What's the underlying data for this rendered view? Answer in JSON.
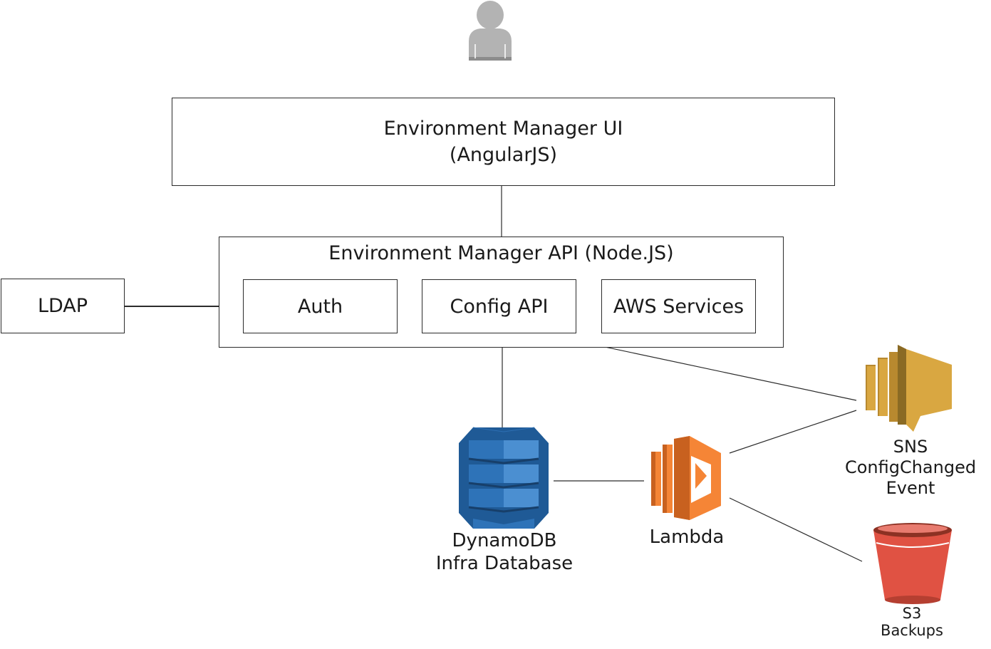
{
  "user": {
    "icon": "user-silhouette-icon"
  },
  "ui_box": {
    "title": "Environment Manager UI",
    "subtitle": "(AngularJS)"
  },
  "api_box": {
    "title": "Environment Manager API (Node.JS)",
    "modules": {
      "auth": "Auth",
      "config_api": "Config API",
      "aws_services": "AWS Services"
    }
  },
  "ldap": {
    "label": "LDAP"
  },
  "dynamodb": {
    "icon": "aws-dynamodb-icon",
    "name": "DynamoDB",
    "description": "Infra Database",
    "color": "#2e73b8"
  },
  "lambda": {
    "icon": "aws-lambda-icon",
    "name": "Lambda",
    "color": "#f58536"
  },
  "sns": {
    "icon": "aws-sns-icon",
    "name": "SNS",
    "line2": "ConfigChanged",
    "line3": "Event",
    "color": "#d9a741"
  },
  "s3": {
    "icon": "aws-s3-bucket-icon",
    "name": "S3",
    "description": "Backups",
    "color": "#e05243"
  }
}
